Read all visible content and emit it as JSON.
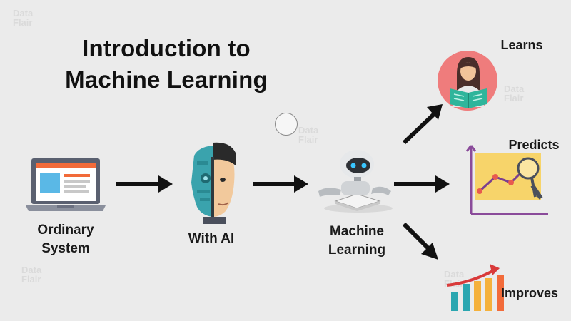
{
  "title": {
    "line1": "Introduction to",
    "line2": "Machine Learning"
  },
  "nodes": {
    "ordinary_system": {
      "line1": "Ordinary",
      "line2": "System"
    },
    "with_ai": {
      "label": "With AI"
    },
    "machine_learning": {
      "line1": "Machine",
      "line2": "Learning"
    }
  },
  "outcomes": {
    "learns": {
      "label": "Learns"
    },
    "predicts": {
      "label": "Predicts"
    },
    "improves": {
      "label": "Improves"
    }
  },
  "watermark": {
    "line1": "Data",
    "line2": "Flair"
  },
  "icons": [
    "laptop-icon",
    "half-robot-face-icon",
    "reading-robot-icon",
    "reading-woman-icon",
    "prediction-chart-icon",
    "growth-bar-chart-icon",
    "arrow-right-icon",
    "arrow-diagonal-icon"
  ],
  "colors": {
    "background": "#ebebeb",
    "arrow": "#111111",
    "accent_orange": "#f26b3a",
    "accent_teal": "#2ba6b0",
    "accent_purple": "#7b3f8f"
  }
}
